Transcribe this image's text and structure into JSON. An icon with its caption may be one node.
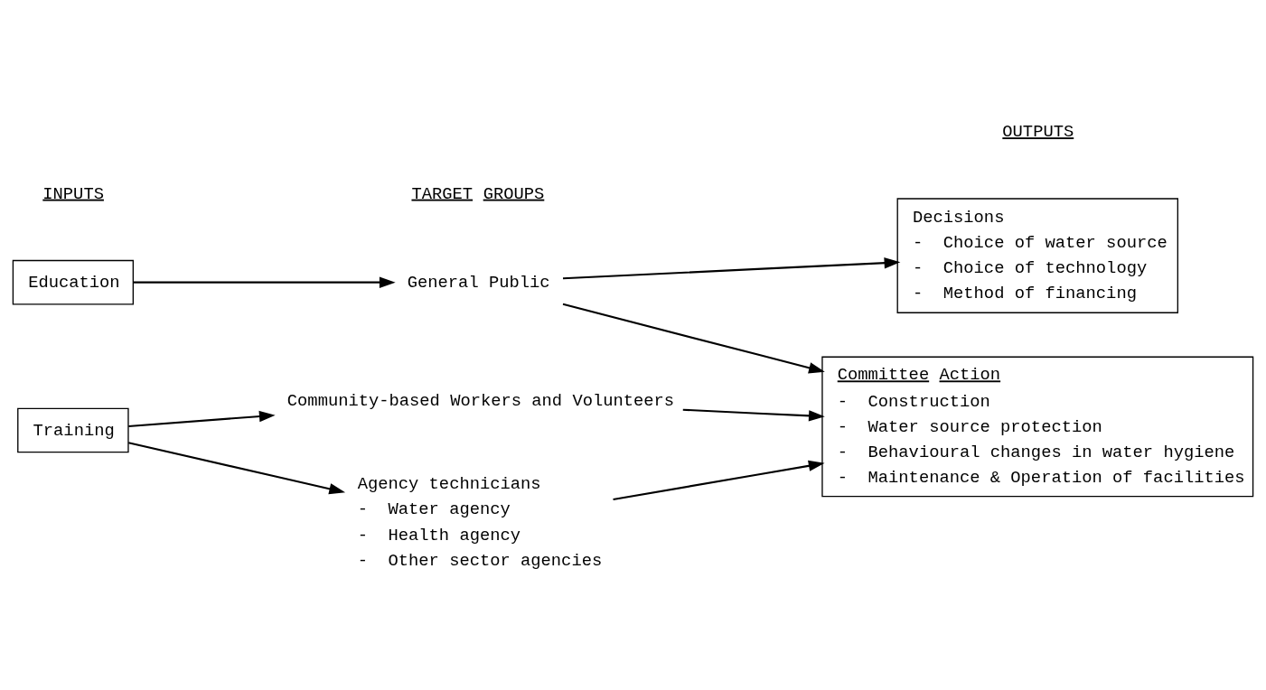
{
  "diagram": {
    "nodes": [
      {
        "text": [
          "Education"
        ]
      },
      {
        "text": [
          "General Public"
        ]
      },
      {
        "text": [
          "Training"
        ]
      },
      {
        "text": [
          "Community-based Workers and Volunteers"
        ]
      },
      {
        "text": [
          "Agency technicians",
          "-  Water agency",
          "-  Health agency",
          "-  Other sector agencies"
        ]
      },
      {
        "text": [
          "Decisions",
          "-  Choice of water source",
          "-  Choice of technology",
          "-  Method of financing"
        ]
      },
      {
        "text": [
          "Committee Action",
          "-  Construction",
          "-  Water source protection",
          "-  Behavioural changes in water hygiene",
          "-  Maintenance & Operation of facilities"
        ]
      }
    ],
    "edges": [
      {
        "from": 0,
        "to": 1,
        "arrow": "to"
      },
      {
        "from": 1,
        "to": 5,
        "arrow": "to"
      },
      {
        "from": 1,
        "to": 6,
        "arrow": "to"
      },
      {
        "from": 2,
        "to": 3,
        "arrow": "to"
      },
      {
        "from": 2,
        "to": 4,
        "arrow": "to"
      },
      {
        "from": 3,
        "to": 6,
        "arrow": "to"
      },
      {
        "from": 4,
        "to": 6,
        "arrow": "to"
      }
    ],
    "labels": [
      "INPUTS",
      "TARGET GROUPS",
      "OUTPUTS"
    ]
  }
}
